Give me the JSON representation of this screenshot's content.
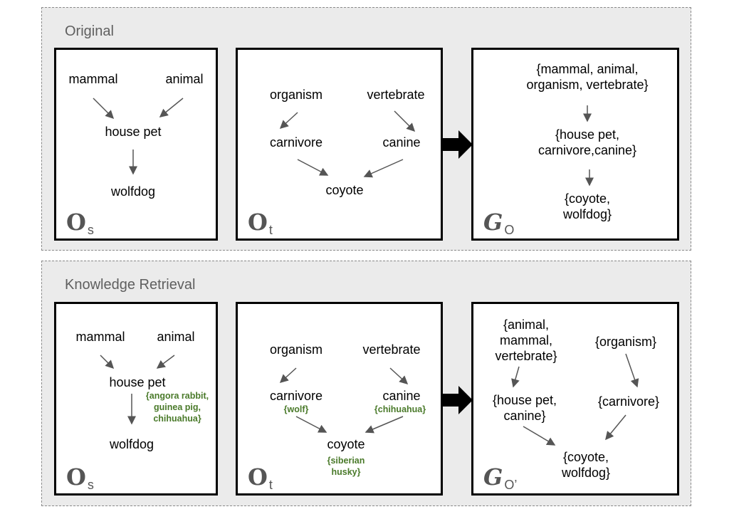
{
  "sections": [
    {
      "title": "Original",
      "source": {
        "label_main": "O",
        "label_sub": "s",
        "nodes": {
          "n1": "mammal",
          "n2": "animal",
          "n3": "house pet",
          "n4": "wolfdog"
        }
      },
      "target": {
        "label_main": "O",
        "label_sub": "t",
        "nodes": {
          "n1": "organism",
          "n2": "vertebrate",
          "n3": "carnivore",
          "n4": "canine",
          "n5": "coyote"
        }
      },
      "graph": {
        "label_main": "G",
        "label_sub": "O",
        "nodes": {
          "n1": "{mammal, animal,\norganism, vertebrate}",
          "n2": "{house pet,\ncarnivore,canine}",
          "n3": "{coyote,\nwolfdog}"
        }
      }
    },
    {
      "title": "Knowledge Retrieval",
      "source": {
        "label_main": "O",
        "label_sub": "s",
        "nodes": {
          "n1": "mammal",
          "n2": "animal",
          "n3": "house pet",
          "n4": "wolfdog"
        },
        "instances": {
          "i1": "{angora rabbit,\nguinea pig,\nchihuahua}"
        }
      },
      "target": {
        "label_main": "O",
        "label_sub": "t",
        "nodes": {
          "n1": "organism",
          "n2": "vertebrate",
          "n3": "carnivore",
          "n4": "canine",
          "n5": "coyote"
        },
        "instances": {
          "i1": "{wolf}",
          "i2": "{chihuahua}",
          "i3": "{siberian\nhusky}"
        }
      },
      "graph": {
        "label_main": "G",
        "label_sub": "O’",
        "nodes": {
          "n1": "{animal,\nmammal,\nvertebrate}",
          "n2": "{organism}",
          "n3": "{house pet,\ncanine}",
          "n4": "{carnivore}",
          "n5": "{coyote,\nwolfdog}"
        }
      }
    }
  ],
  "colors": {
    "instance_text": "#4a7a2a",
    "arrow": "#555555",
    "section_bg": "#ebebeb"
  }
}
